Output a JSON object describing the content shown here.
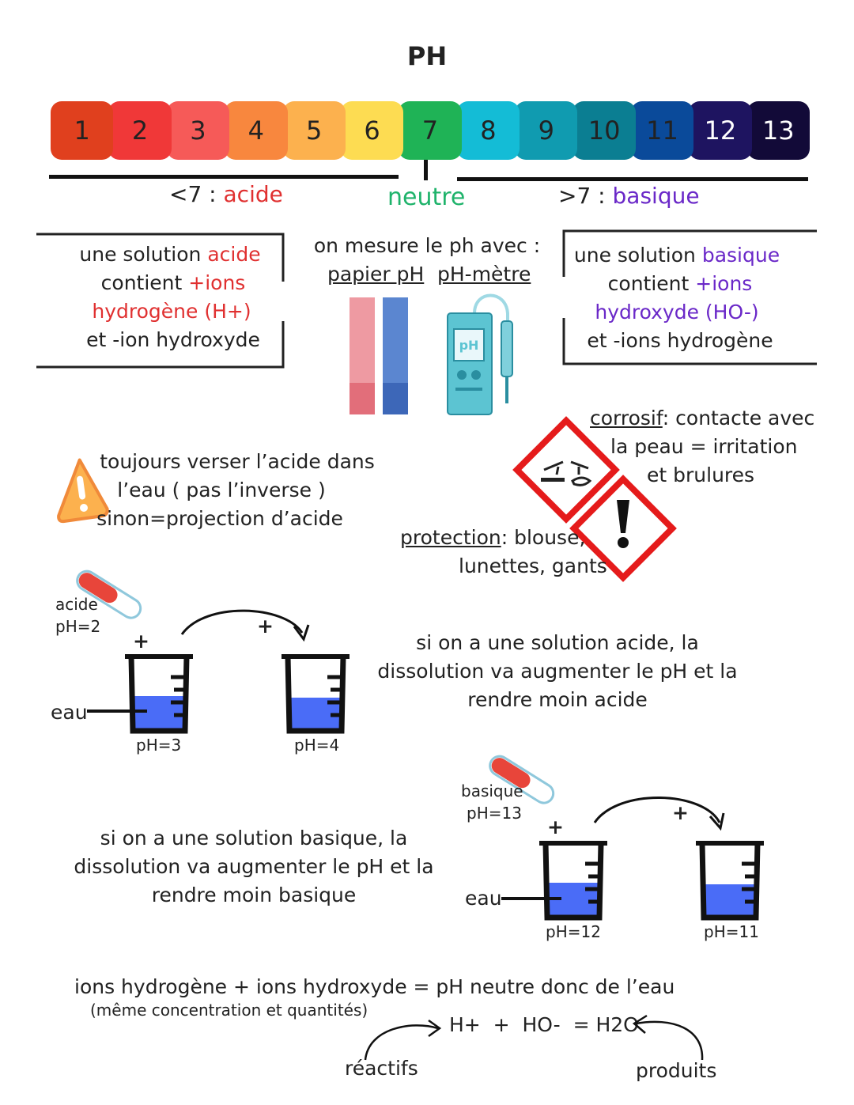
{
  "title": "PH",
  "scale": {
    "cells": [
      {
        "label": "1",
        "color": "#e0401e"
      },
      {
        "label": "2",
        "color": "#f03838"
      },
      {
        "label": "3",
        "color": "#f65a58"
      },
      {
        "label": "4",
        "color": "#f8873e"
      },
      {
        "label": "5",
        "color": "#fcb14e"
      },
      {
        "label": "6",
        "color": "#fddc52"
      },
      {
        "label": "7",
        "color": "#1fb356"
      },
      {
        "label": "8",
        "color": "#14bcd6"
      },
      {
        "label": "9",
        "color": "#109bb0"
      },
      {
        "label": "10",
        "color": "#0b7e92"
      },
      {
        "label": "11",
        "color": "#0a4a9a"
      },
      {
        "label": "12",
        "color": "#1e1460"
      },
      {
        "label": "13",
        "color": "#120a38"
      }
    ],
    "acid_prefix": "<7 : ",
    "acid_word": "acide",
    "neutral": "neutre",
    "basic_prefix": ">7 : ",
    "basic_word": "basique"
  },
  "acid_box": {
    "l1_a": "une solution ",
    "l1_b": "acide",
    "l2_a": "contient ",
    "l2_b": "+ions",
    "l3": "hydrogène (H+)",
    "l4": "et -ion hydroxyde"
  },
  "measure": {
    "intro": "on mesure le ph avec :",
    "paper": "papier pH",
    "meter": "pH-mètre",
    "meter_screen": "pH"
  },
  "basic_box": {
    "l1_a": "une solution ",
    "l1_b": "basique",
    "l2_a": "contient ",
    "l2_b": "+ions",
    "l3": "hydroxyde (HO-)",
    "l4": "et -ions hydrogène"
  },
  "warning": {
    "l1": "toujours verser l’acide dans",
    "l2": "l’eau ( pas l’inverse )",
    "l3": "sinon=projection d’acide"
  },
  "corrosive": {
    "word": "corrosif",
    "l1_rest": ": contacte avec",
    "l2": "la peau = irritation",
    "l3": "et brulures"
  },
  "protection": {
    "word": "protection",
    "l1_rest": ": blouse,",
    "l2": "lunettes, gants"
  },
  "acid_demo": {
    "tube_label": "acide",
    "tube_ph": "pH=2",
    "plus1": "+",
    "plus2": "+",
    "eau": "eau",
    "beaker1": "pH=3",
    "beaker2": "pH=4",
    "text_l1": "si on a une solution acide, la",
    "text_l2": "dissolution va augmenter le pH et la",
    "text_l3": "rendre moin acide"
  },
  "basic_demo": {
    "tube_label": "basique",
    "tube_ph": "pH=13",
    "plus1": "+",
    "plus2": "+",
    "eau": "eau",
    "beaker1": "pH=12",
    "beaker2": "pH=11",
    "text_l1": "si on a une solution basique, la",
    "text_l2": "dissolution va augmenter le pH et la",
    "text_l3": "rendre moin basique"
  },
  "neutralisation": {
    "l1": "ions hydrogène + ions hydroxyde = pH neutre donc de l’eau",
    "l2": "(même concentration et quantités)",
    "equation": "H+  +  HO-  = H2O",
    "reactifs": "réactifs",
    "produits": "produits"
  }
}
